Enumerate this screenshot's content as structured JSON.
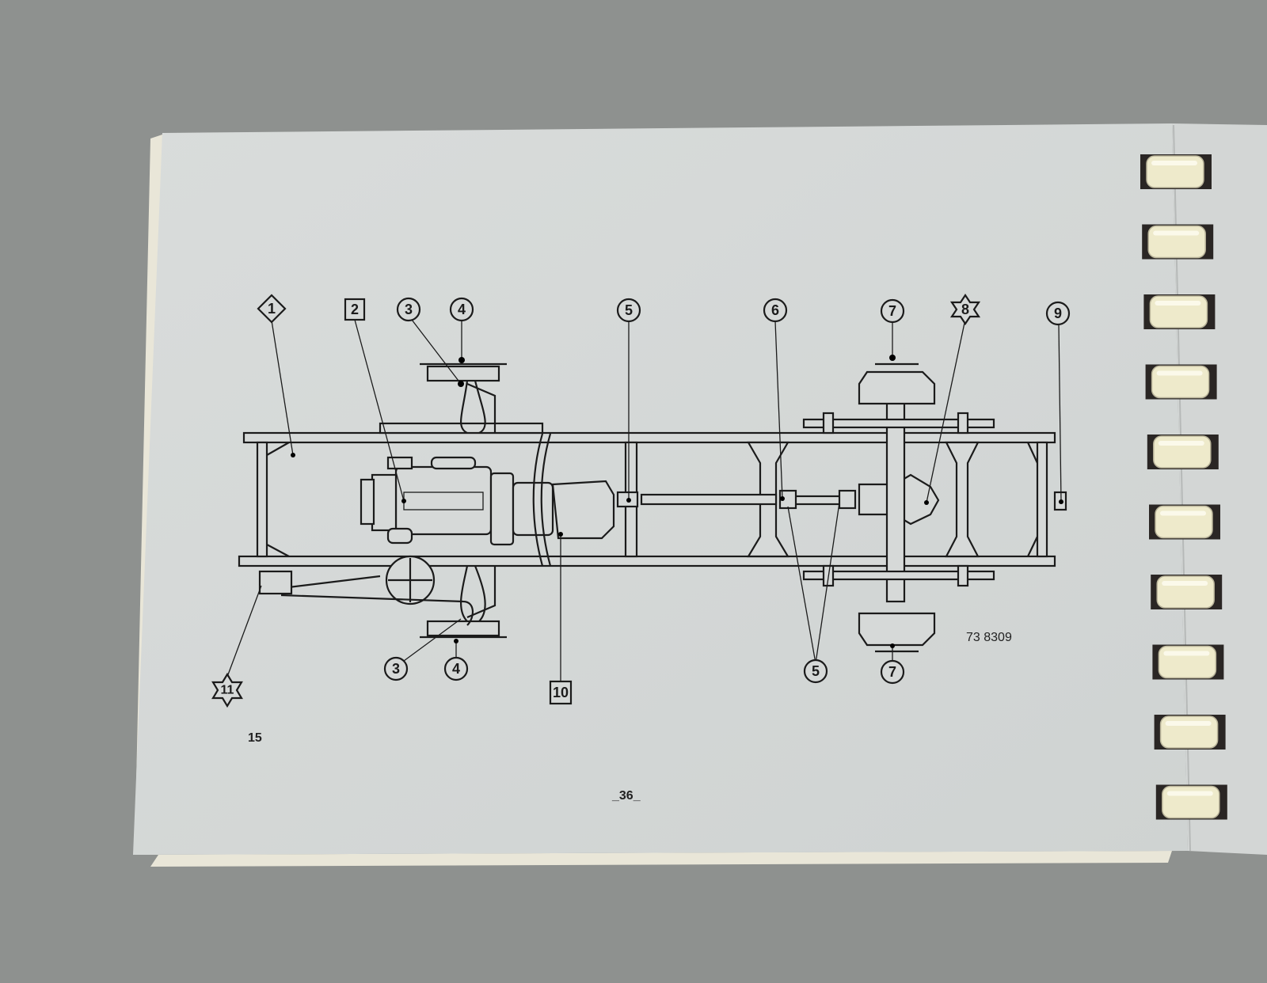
{
  "document": {
    "page_number": "_36_",
    "figure_number": "15",
    "drawing_reference": "73 8309"
  },
  "callouts": [
    {
      "label": "1",
      "shape": "diamond"
    },
    {
      "label": "2",
      "shape": "square"
    },
    {
      "label": "3",
      "shape": "circle"
    },
    {
      "label": "4",
      "shape": "circle"
    },
    {
      "label": "5",
      "shape": "circle"
    },
    {
      "label": "6",
      "shape": "circle"
    },
    {
      "label": "7",
      "shape": "circle"
    },
    {
      "label": "8",
      "shape": "star"
    },
    {
      "label": "9",
      "shape": "circle"
    },
    {
      "label": "3",
      "shape": "circle"
    },
    {
      "label": "4",
      "shape": "circle"
    },
    {
      "label": "10",
      "shape": "square"
    },
    {
      "label": "5",
      "shape": "circle"
    },
    {
      "label": "7",
      "shape": "circle"
    },
    {
      "label": "11",
      "shape": "star"
    }
  ],
  "colors": {
    "background": "#8e918f",
    "paper": "#d7dad9",
    "ink": "#1b1b1b",
    "binding": "#eeeacb"
  }
}
